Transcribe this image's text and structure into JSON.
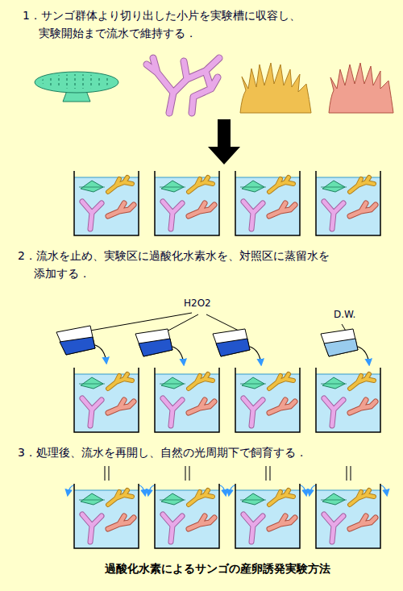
{
  "diagram": {
    "caption": "過酸化水素によるサンゴの産卵誘発実験方法",
    "labels": [
      "1．サンゴ群体より切り出した小片を実験槽に収容し、 実験開始まで流水で維持する．",
      "2．流水を止め、実験区に過酸化水素水を、対照区に蒸留水を 添加する．",
      "3．処理後、流水を再開し、自然の光周期下で飼育する．",
      "H2O2",
      "D.W."
    ]
  }
}
